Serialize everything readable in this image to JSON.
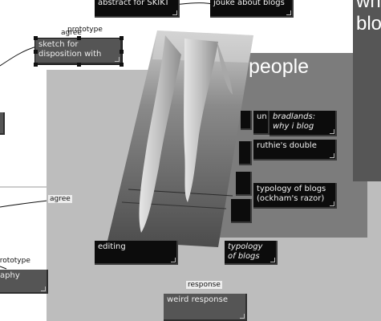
{
  "links": {
    "agree_top": "agree",
    "prototype_top": "prototype",
    "agree_mid": "agree",
    "prototype_left": "prototype",
    "response_bottom": "response"
  },
  "titles": {
    "people": "people",
    "wh": "wh",
    "blo": "blo"
  },
  "nodes": {
    "abstract": "abstract for SKIKT",
    "joke": "jouke about blogs",
    "sketch": "sketch for disposition with",
    "un": "un",
    "bradlands": "bradlands: why i blog",
    "ruthie": "ruthie's double",
    "typology_ockham": "typology of blogs (ockham's razor)",
    "editing": "editing",
    "typology_italic": "typology of blogs",
    "aphy": "aphy",
    "weird": "weird response"
  },
  "colors": {
    "panel_large": "#bdbdbd",
    "panel_mid": "#7c7c7c",
    "panel_dark": "#565656",
    "node_bg": "#0c0c0c"
  }
}
